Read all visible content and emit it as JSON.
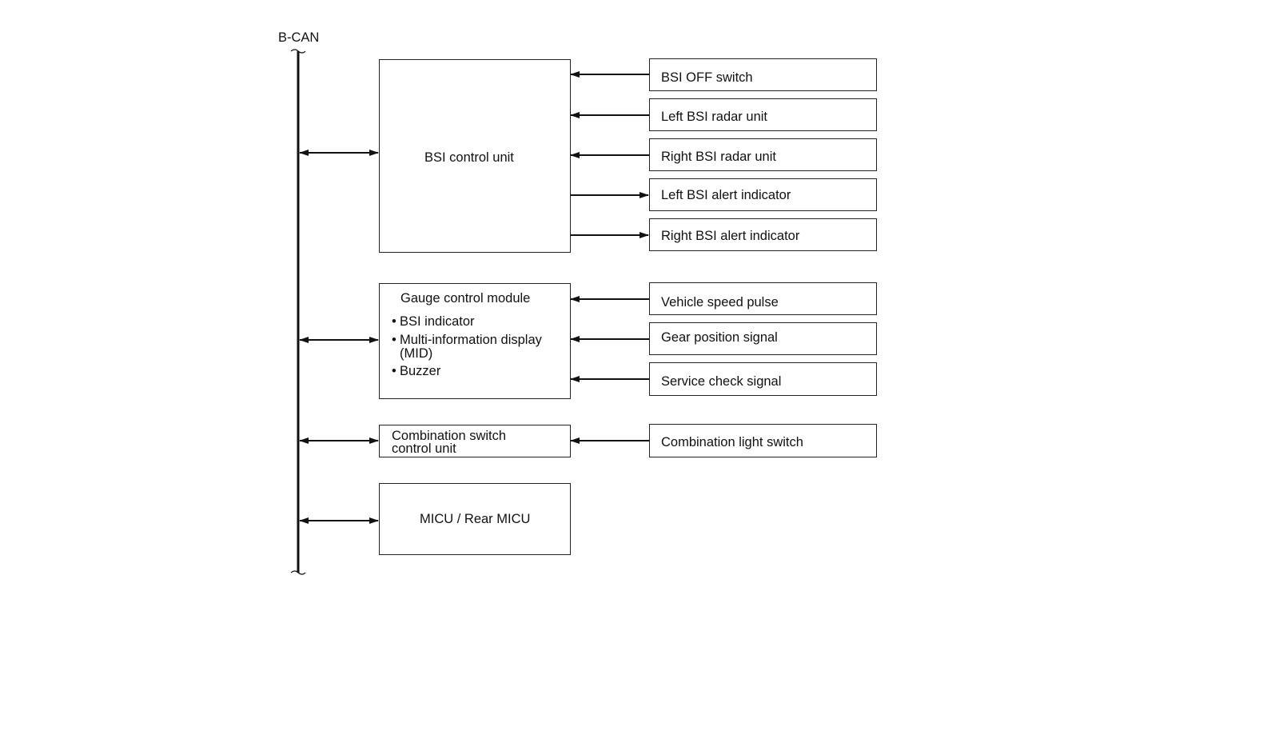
{
  "bus": {
    "label": "B-CAN"
  },
  "units": {
    "bsi_control": "BSI control unit",
    "gauge": {
      "title": "Gauge control module",
      "items": [
        "BSI indicator",
        "Multi-information display",
        "(MID)",
        "Buzzer"
      ],
      "bullet": "•"
    },
    "combination_switch": {
      "line1": "Combination switch",
      "line2": "control unit"
    },
    "micu": "MICU / Rear MICU"
  },
  "inputs": {
    "bsi_off_switch": "BSI OFF switch",
    "left_radar": "Left BSI radar unit",
    "right_radar": "Right BSI radar unit",
    "left_alert": "Left BSI alert indicator",
    "right_alert": "Right BSI alert indicator",
    "vehicle_speed": "Vehicle speed pulse",
    "gear_position": "Gear position signal",
    "service_check": "Service check signal",
    "combination_light": "Combination light switch"
  }
}
